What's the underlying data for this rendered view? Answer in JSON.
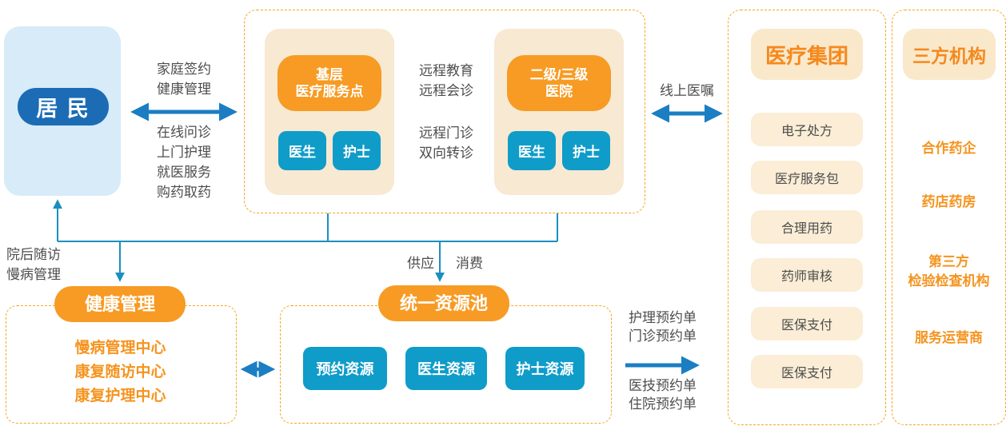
{
  "resident": {
    "label": "居 民"
  },
  "network": {
    "primary": {
      "title": "基层\n医疗服务点",
      "chips": [
        "医生",
        "护士"
      ]
    },
    "hospital": {
      "title": "二级/三级\n医院",
      "chips": [
        "医生",
        "护士"
      ]
    }
  },
  "edges": {
    "family_above": "家庭签约\n健康管理",
    "family_below": "在线问诊\n上门护理\n就医服务\n购药取药",
    "remote_above": "远程教育\n远程会诊",
    "remote_below": "远程门诊\n双向转诊",
    "online_order": "线上医嘱",
    "followup": "院后随访\n慢病管理",
    "supply": "供应",
    "consume": "消费",
    "orders_above": "护理预约单\n门诊预约单",
    "orders_below": "医技预约单\n住院预约单"
  },
  "health_mgmt": {
    "title": "健康管理",
    "items": "慢病管理中心\n康复随访中心\n康复护理中心"
  },
  "resource_pool": {
    "title": "统一资源池",
    "chips": [
      "预约资源",
      "医生资源",
      "护士资源"
    ]
  },
  "medical_group": {
    "title": "医疗集团",
    "items": [
      "电子处方",
      "医疗服务包",
      "合理用药",
      "药师审核",
      "医保支付",
      "医保支付"
    ]
  },
  "third_party": {
    "title": "三方机构",
    "items": [
      "合作药企",
      "药店药房",
      "第三方\n检验检查机构",
      "服务运营商"
    ]
  },
  "colors": {
    "orange_pill": "#F79B24",
    "orange_text": "#F5941F",
    "dashed_border": "#F5A623",
    "cream_card": "#F7E9D2",
    "cream_pill": "#FBEDD6",
    "chip_blue": "#0F9CC9",
    "resident_blue": "#1B6CB5",
    "resident_bg": "#D7EBF8",
    "arrow_blue": "#1B7EC2",
    "text_dark": "#4D4D4D"
  }
}
